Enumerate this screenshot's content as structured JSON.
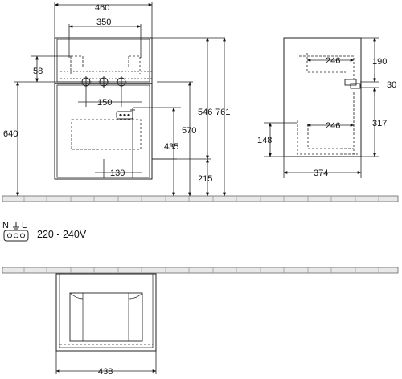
{
  "dimensions": {
    "top_width": "460",
    "top_inner_width": "350",
    "left_offset": "58",
    "center_spacing": "150",
    "socket_offset": "130",
    "left_height": "640",
    "height_435": "435",
    "height_570": "570",
    "height_546": "546",
    "height_761": "761",
    "height_215": "215",
    "side_246_top": "246",
    "side_190": "190",
    "side_30": "30",
    "side_317": "317",
    "side_246_bottom": "246",
    "side_148": "148",
    "side_depth": "374",
    "bottom_width": "438"
  },
  "electrical": {
    "symbol_n": "N",
    "symbol_l": "L",
    "voltage": "220 - 240V"
  }
}
